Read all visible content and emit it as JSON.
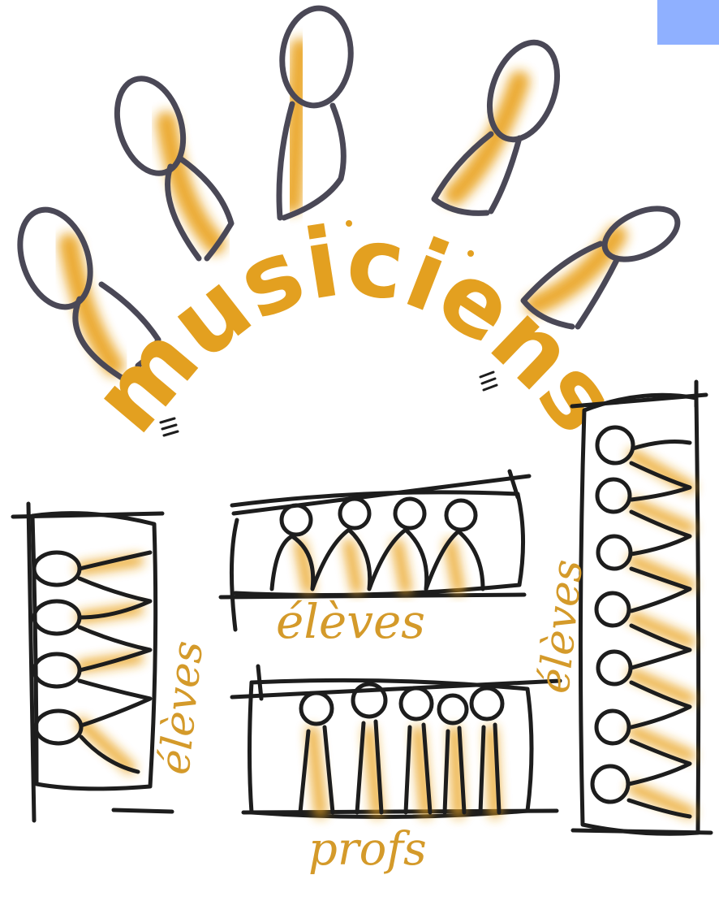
{
  "title": "musiciens",
  "groups": {
    "left_students": "élèves",
    "top_students": "élèves",
    "right_students": "élèves",
    "teachers": "profs"
  },
  "colors": {
    "accent": "#e3a020",
    "ink": "#1d1d1d",
    "outline": "#4a4856",
    "tab": "#8fb0ff"
  }
}
